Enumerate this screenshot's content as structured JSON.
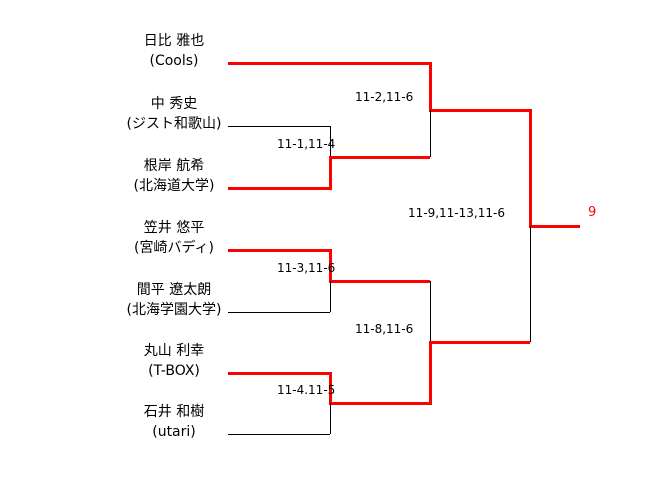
{
  "bracket": {
    "colors": {
      "winner_path": "#ff0000",
      "line": "#000000"
    },
    "players": [
      {
        "name": "日比 雅也",
        "affiliation": "(Cools)"
      },
      {
        "name": "中 秀史",
        "affiliation": "(ジスト和歌山)"
      },
      {
        "name": "根岸 航希",
        "affiliation": "(北海道大学)"
      },
      {
        "name": "笠井 悠平",
        "affiliation": "(宮崎バディ)"
      },
      {
        "name": "間平 遼太朗",
        "affiliation": "(北海学園大学)"
      },
      {
        "name": "丸山 利幸",
        "affiliation": "(T-BOX)"
      },
      {
        "name": "石井 和樹",
        "affiliation": "(utari)"
      }
    ],
    "scores": {
      "round1_top": "11-1,11-4",
      "semifinal_top": "11-2,11-6",
      "round1_middle": "11-3,11-6",
      "round1_bottom": "11-4.11-5",
      "semifinal_bottom": "11-8,11-6",
      "final": "11-9,11-13,11-6"
    },
    "champion_number": "9"
  }
}
